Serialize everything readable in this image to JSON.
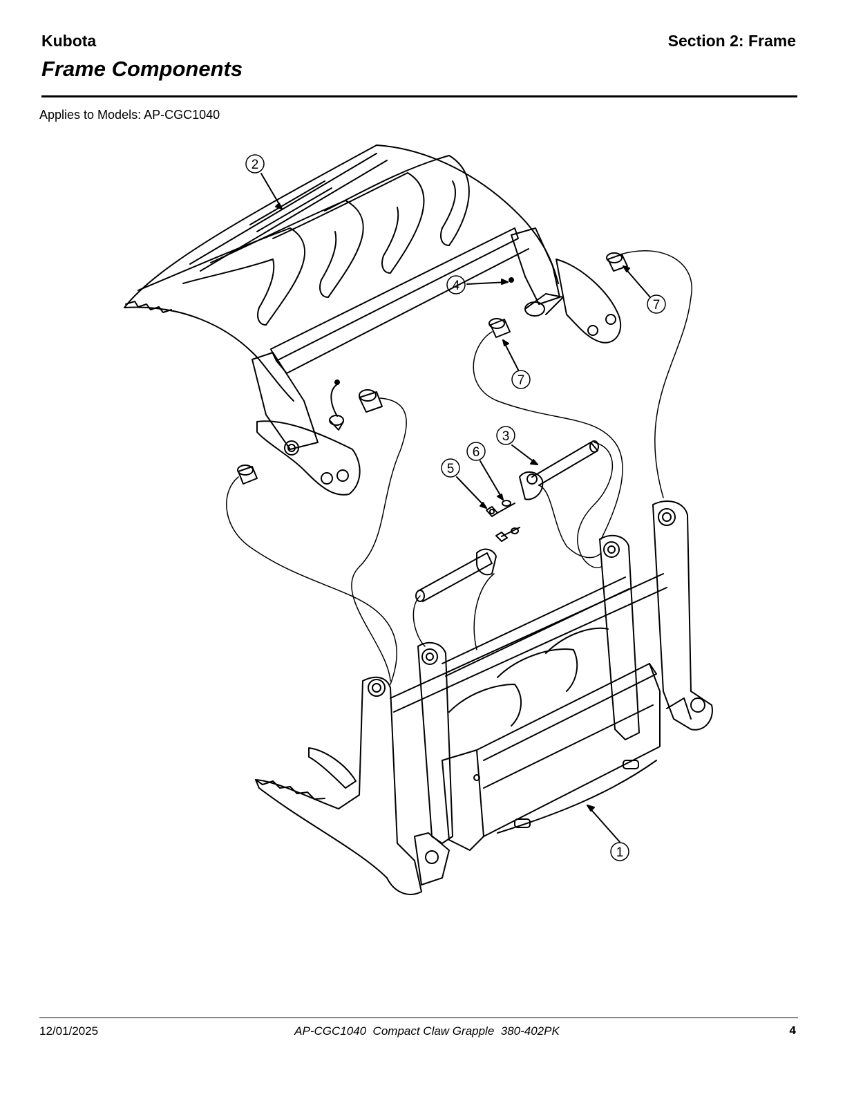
{
  "header": {
    "brand": "Kubota",
    "section": "Section 2: Frame",
    "title": "Frame Components"
  },
  "applies_to": "Applies to Models: AP-CGC1040",
  "drawing": {
    "callouts": [
      "1",
      "2",
      "3",
      "4",
      "5",
      "6",
      "7",
      "7"
    ]
  },
  "footer": {
    "date": "12/01/2025",
    "document": "AP-CGC1040  Compact Claw Grapple  380-402PK",
    "page": "4"
  }
}
